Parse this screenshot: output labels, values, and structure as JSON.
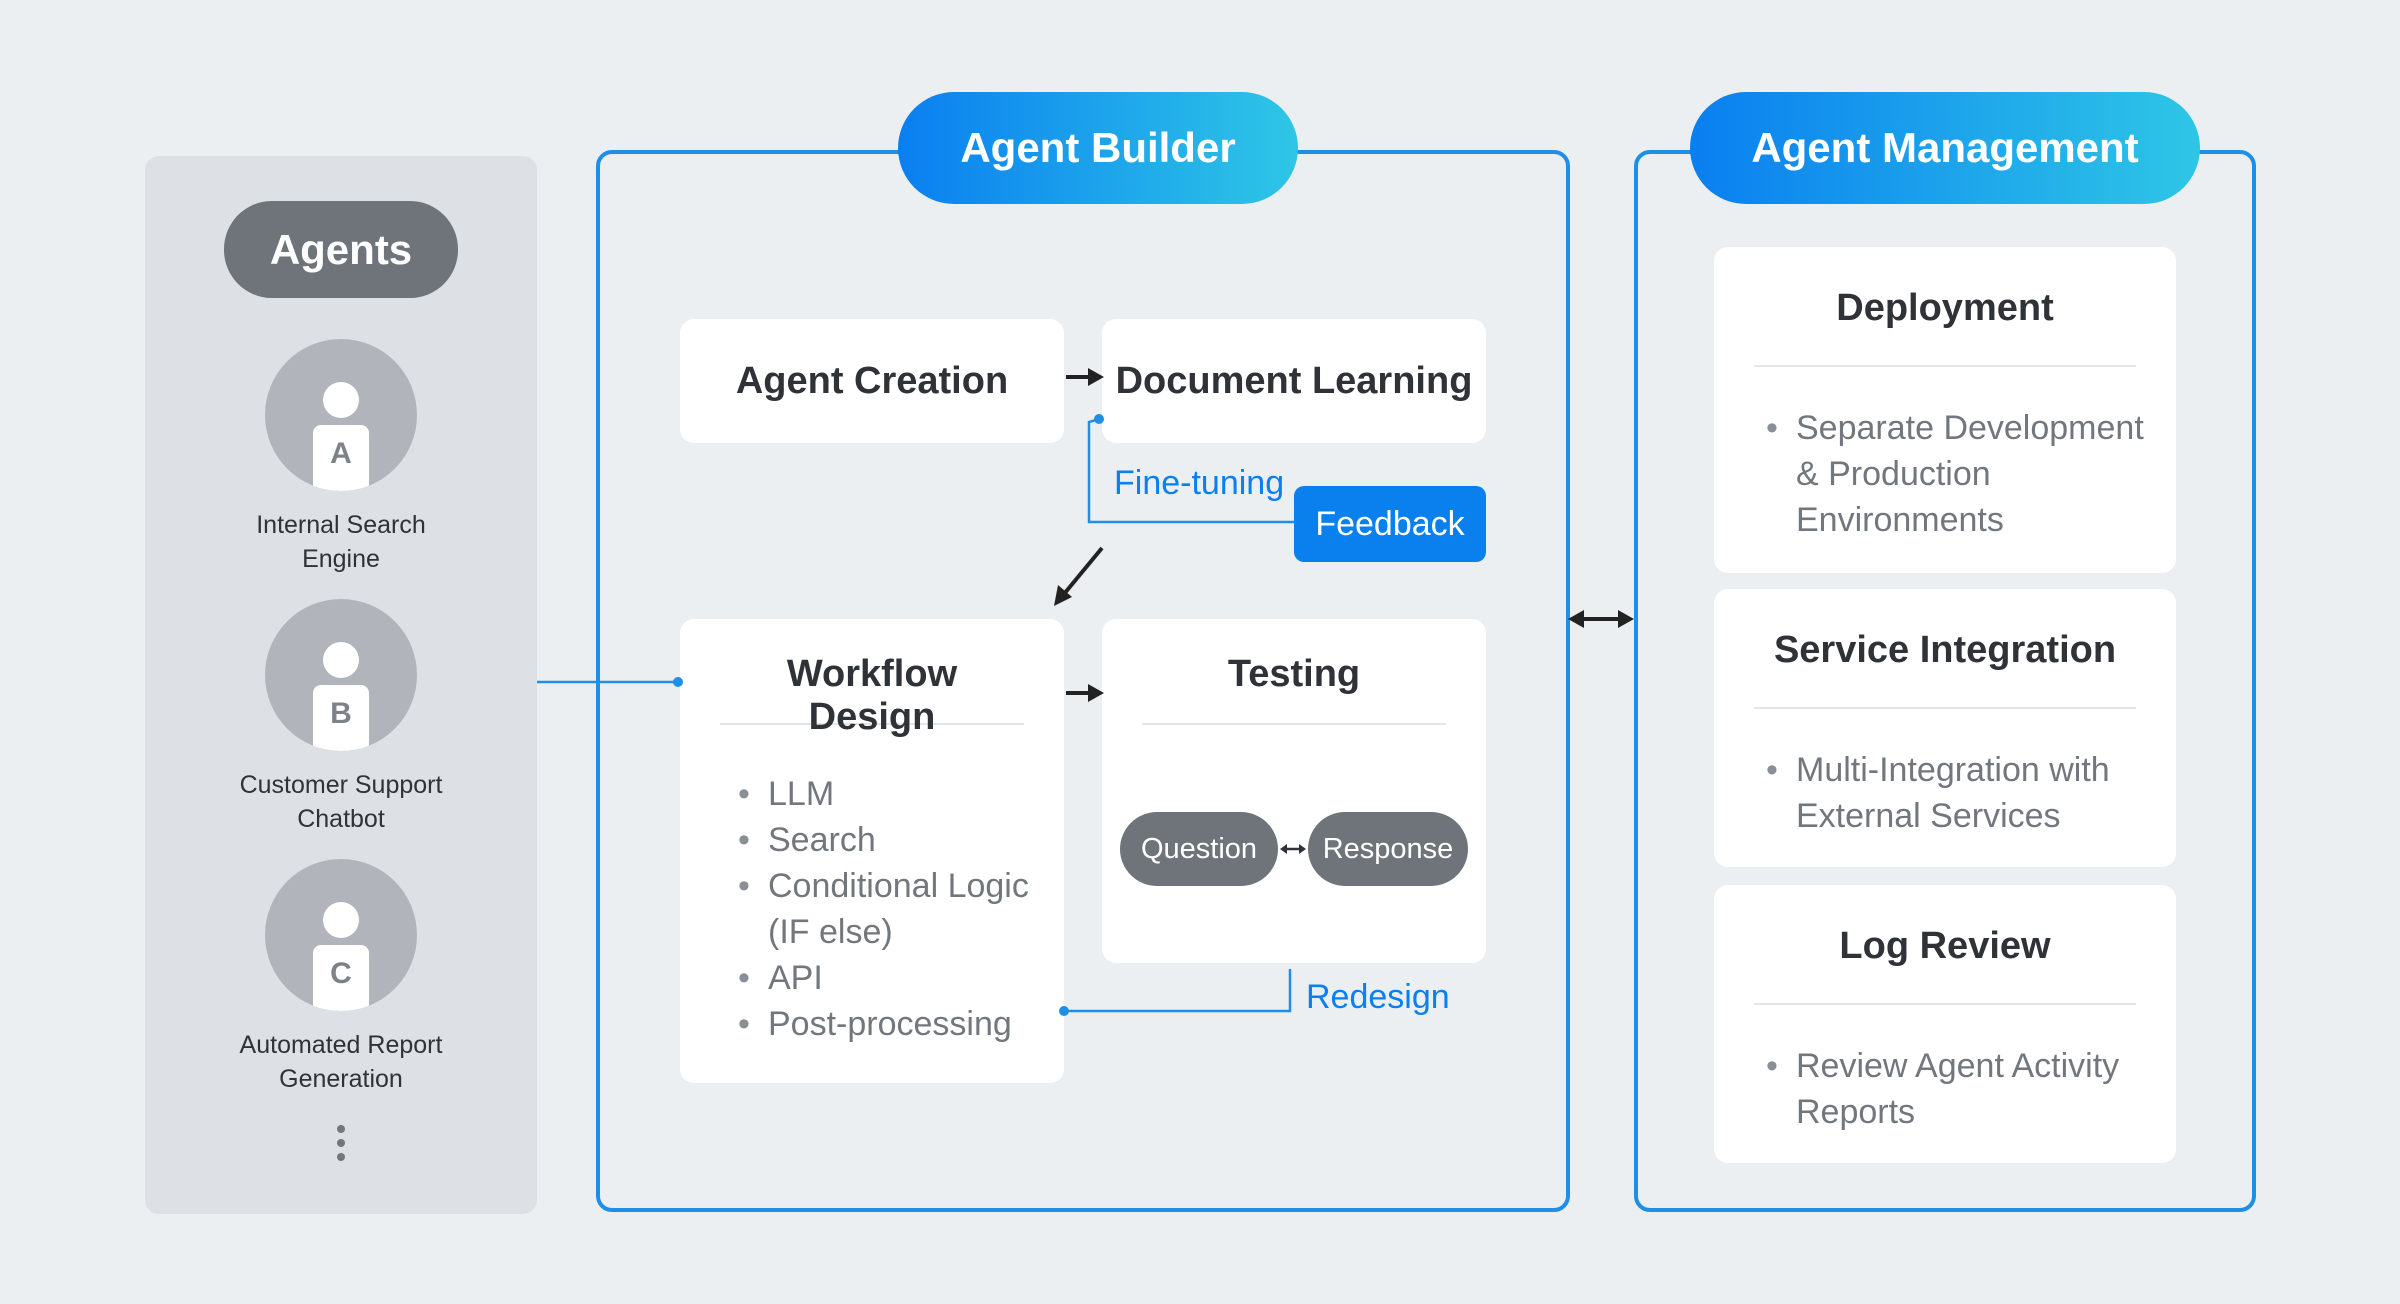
{
  "agents": {
    "title": "Agents",
    "items": [
      {
        "letter": "A",
        "label_line1": "Internal Search",
        "label_line2": "Engine"
      },
      {
        "letter": "B",
        "label_line1": "Customer Support",
        "label_line2": "Chatbot"
      },
      {
        "letter": "C",
        "label_line1": "Automated Report",
        "label_line2": "Generation"
      }
    ]
  },
  "builder": {
    "title": "Agent Builder",
    "agent_creation": "Agent Creation",
    "document_learning": "Document Learning",
    "fine_tuning": "Fine-tuning",
    "feedback": "Feedback",
    "workflow_design": {
      "title": "Workflow Design",
      "items": [
        "LLM",
        "Search",
        "Conditional Logic",
        "(IF else)",
        "API",
        "Post-processing"
      ]
    },
    "testing": {
      "title": "Testing",
      "question": "Question",
      "response": "Response"
    },
    "redesign": "Redesign"
  },
  "management": {
    "title": "Agent Management",
    "cards": [
      {
        "title": "Deployment",
        "lines": [
          "Separate Development",
          "& Production",
          "Environments"
        ]
      },
      {
        "title": "Service Integration",
        "lines": [
          "Multi-Integration with",
          "External Services"
        ]
      },
      {
        "title": "Log Review",
        "lines": [
          "Review Agent Activity",
          "Reports"
        ]
      }
    ]
  },
  "colors": {
    "accent_blue": "#0a80ef",
    "gradient_end": "#2ec6e6",
    "pill_gray": "#6e7479",
    "panel_gray": "#dde1e6",
    "background": "#ebeff2"
  }
}
